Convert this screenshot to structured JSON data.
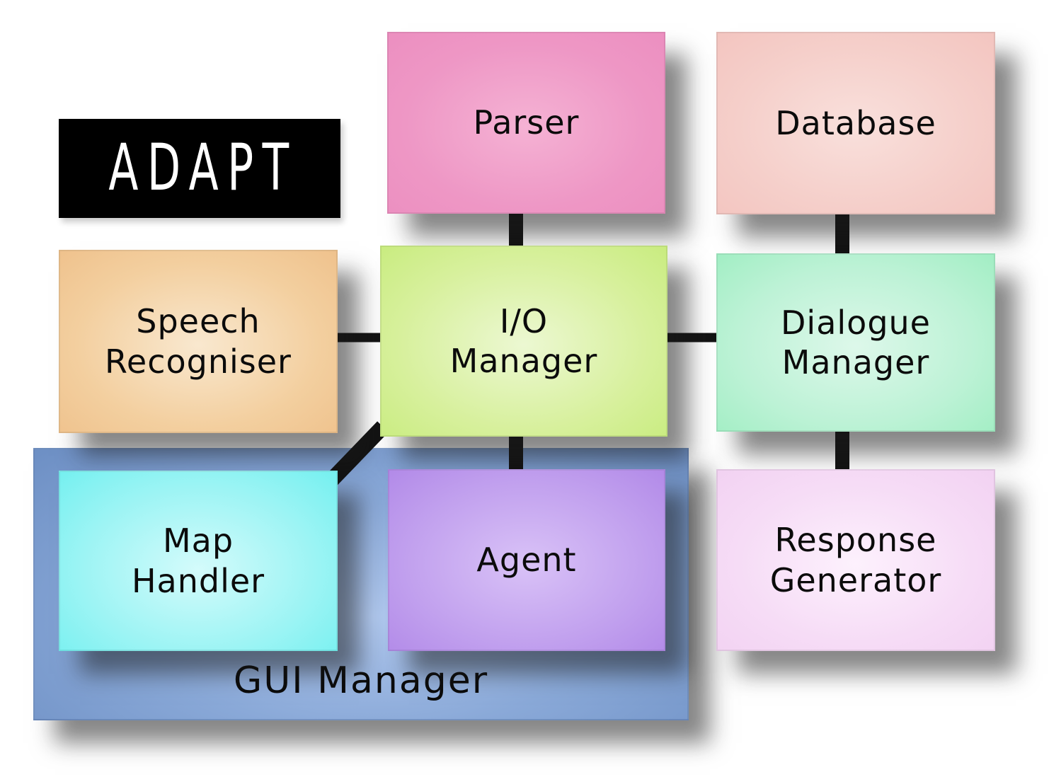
{
  "page": {
    "background": "#ffffff",
    "line_color": "#141414"
  },
  "logo": {
    "text": "ADAPT",
    "fg": "#ffffff",
    "bg": "#000000"
  },
  "nodes": {
    "parser": {
      "label": "Parser",
      "color_center": "#f5b2d4",
      "color_edge": "#ec8fc0"
    },
    "database": {
      "label": "Database",
      "color_center": "#f9e0dc",
      "color_edge": "#f3c5c0"
    },
    "speech_recogniser": {
      "label": "Speech\nRecogniser",
      "color_center": "#f9e8cf",
      "color_edge": "#efc28d"
    },
    "io_manager": {
      "label": "I/O\nManager",
      "color_center": "#ecf8d2",
      "color_edge": "#c9ec80"
    },
    "dialogue_manager": {
      "label": "Dialogue\nManager",
      "color_center": "#ddf8ea",
      "color_edge": "#a2eec4"
    },
    "map_handler": {
      "label": "Map\nHandler",
      "color_center": "#d4fbfb",
      "color_edge": "#75f0f0"
    },
    "agent": {
      "label": "Agent",
      "color_center": "#d9c2f7",
      "color_edge": "#b28ae8"
    },
    "response_generator": {
      "label": "Response\nGenerator",
      "color_center": "#fdf1fd",
      "color_edge": "#f2d2f2"
    },
    "gui_manager": {
      "label": "GUI Manager",
      "color_center": "#b0c8ee",
      "color_edge": "#6d8fc4"
    }
  },
  "edges": [
    {
      "from": "parser",
      "to": "io_manager",
      "style": "vertical"
    },
    {
      "from": "database",
      "to": "dialogue_manager",
      "style": "vertical"
    },
    {
      "from": "speech_recogniser",
      "to": "io_manager",
      "style": "horizontal"
    },
    {
      "from": "io_manager",
      "to": "dialogue_manager",
      "style": "horizontal"
    },
    {
      "from": "io_manager",
      "to": "agent",
      "style": "vertical"
    },
    {
      "from": "dialogue_manager",
      "to": "response_generator",
      "style": "vertical"
    },
    {
      "from": "io_manager",
      "to": "gui_manager",
      "style": "diagonal"
    }
  ]
}
